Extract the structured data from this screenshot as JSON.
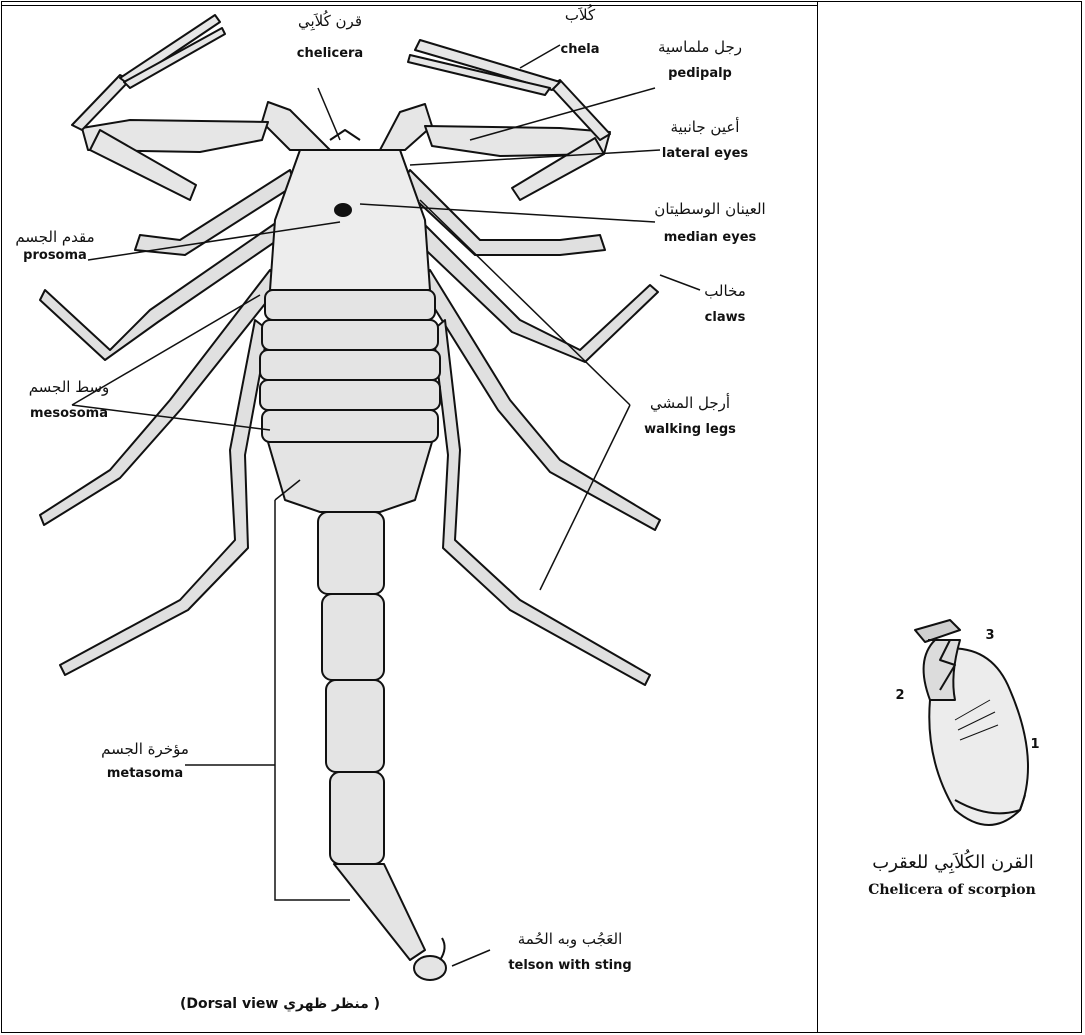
{
  "labels": {
    "chelicera": {
      "ar": "قرن كُلاَبِي",
      "en": "chelicera"
    },
    "chela": {
      "ar": "كُلاَب",
      "en": "chela"
    },
    "pedipalp": {
      "ar": "رجل ملماسية",
      "en": "pedipalp"
    },
    "lateral_eyes": {
      "ar": "أعين جانبية",
      "en": "lateral eyes"
    },
    "median_eyes": {
      "ar": "العينان الوسطيتان",
      "en": "median eyes"
    },
    "prosoma": {
      "ar": "مقدم الجسم",
      "en": "prosoma"
    },
    "claws": {
      "ar": "مخالب",
      "en": "claws"
    },
    "mesosoma": {
      "ar": "وسط الجسم",
      "en": "mesosoma"
    },
    "walking_legs": {
      "ar": "أرجل المشي",
      "en": "walking legs"
    },
    "metasoma": {
      "ar": "مؤخرة الجسم",
      "en": "metasoma"
    },
    "telson": {
      "ar": "العَجُب وبه الحُمة",
      "en": "telson with sting"
    }
  },
  "dorsal_caption": "(Dorsal view  منظر ظهري )",
  "chelicera_figure": {
    "numbers": [
      "1",
      "2",
      "3"
    ],
    "caption_ar": "القرن الكُلاَبِي للعقرب",
    "caption_en": "Chelicera of scorpion"
  },
  "colors": {
    "ink": "#111111",
    "fill": "#e8e8e8",
    "shade": "#bdbdbd"
  }
}
